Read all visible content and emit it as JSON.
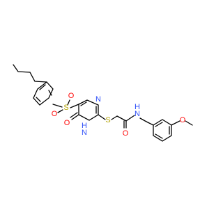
{
  "molecule": {
    "atoms": {
      "sulfonyl_s": "S",
      "sulfonyl_o_left": "O",
      "sulfonyl_o_top": "O",
      "carbonyl_o_ring": "O",
      "ring_nh": "H",
      "ring_n_label": "N",
      "pyrimidine_n": "N",
      "thioether_s": "S",
      "amide_o": "O",
      "amide_n": "N",
      "amide_h": "H",
      "methoxy_o": "O"
    },
    "colors": {
      "bond": "#000000",
      "oxygen": "#ff0d0d",
      "nitrogen": "#3050f8",
      "sulfur": "#b2a200"
    }
  }
}
